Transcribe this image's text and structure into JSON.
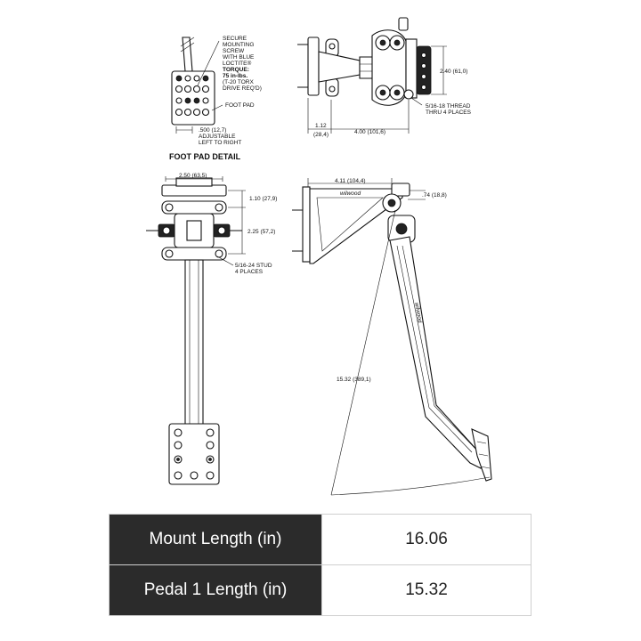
{
  "foot_pad_detail": {
    "title": "FOOT PAD DETAIL",
    "screw_note": [
      "SECURE",
      "MOUNTING",
      "SCREW",
      "WITH BLUE",
      "LOCTITE®"
    ],
    "torque_note": [
      "TORQUE:",
      "75 in-lbs.",
      "(T-20 TORX",
      "DRIVE REQ'D)"
    ],
    "foot_pad_label": "FOOT PAD",
    "adjust_note": [
      ".500 (12,7)",
      "ADJUSTABLE",
      "LEFT TO RIGHT"
    ]
  },
  "top_view": {
    "height_dim": "2.40 (61,0)",
    "thread_note": [
      "5/16-18 THREAD",
      "THRU 4 PLACES"
    ],
    "left_dim": [
      "1.12",
      "(28,4)"
    ],
    "length_dim": "4.00 (101,6)"
  },
  "front_view": {
    "width_dim": "2.50 (63,5)",
    "top_dim": "1.10 (27,9)",
    "mid_dim": "2.25 (57,2)",
    "stud_note": [
      "5/16-24 STUD",
      "4 PLACES"
    ]
  },
  "side_view": {
    "width_dim": "4.11 (104,4)",
    "offset_dim": ".74 (18,8)",
    "pedal_length_dim": "15.32 (389,1)",
    "brand_text": "wilwood"
  },
  "specs": [
    {
      "label": "Mount Length (in)",
      "value": "16.06"
    },
    {
      "label": "Pedal 1 Length (in)",
      "value": "15.32"
    }
  ]
}
